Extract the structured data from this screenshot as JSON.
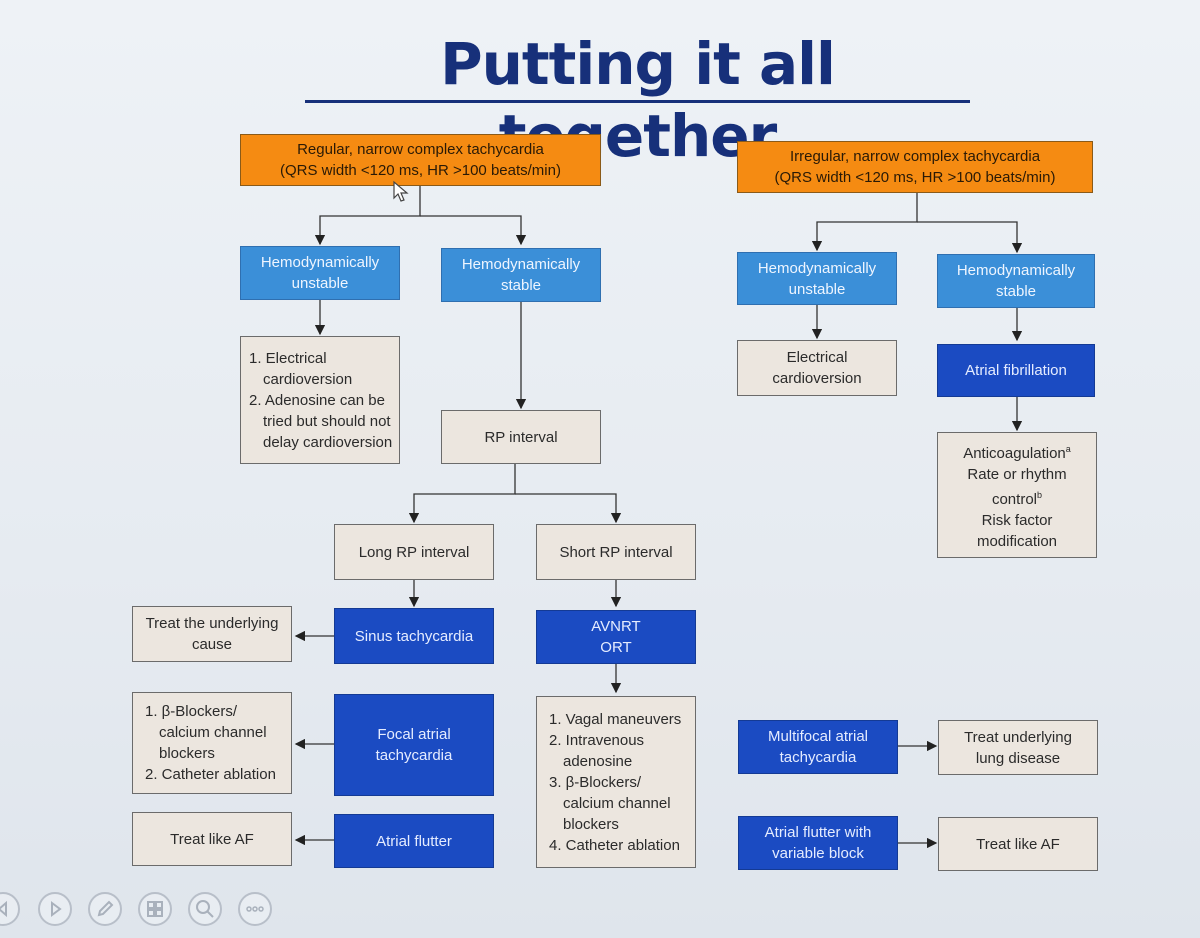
{
  "title": "Putting it all together",
  "left": {
    "root": [
      "Regular, narrow complex tachycardia",
      "(QRS width <120 ms, HR >100 beats/min)"
    ],
    "unstable": [
      "Hemodynamically",
      "unstable"
    ],
    "stable": [
      "Hemodynamically",
      "stable"
    ],
    "unstable_tx": [
      "1. Electrical",
      "cardioversion",
      "2. Adenosine can be",
      "tried but should not",
      "delay cardioversion"
    ],
    "rp_interval": "RP interval",
    "long_rp": "Long RP interval",
    "short_rp": "Short RP interval",
    "sinus_tachy": "Sinus tachycardia",
    "treat_underlying": [
      "Treat the underlying",
      "cause"
    ],
    "avnrt_ort": [
      "AVNRT",
      "ORT"
    ],
    "focal_at": [
      "Focal atrial",
      "tachycardia"
    ],
    "focal_tx": [
      "1. β-Blockers/",
      "calcium channel",
      "blockers",
      "2. Catheter ablation"
    ],
    "short_tx": [
      "1. Vagal maneuvers",
      "2. Intravenous",
      "adenosine",
      "3. β-Blockers/",
      "calcium channel",
      "blockers",
      "4. Catheter ablation"
    ],
    "atrial_flutter": "Atrial flutter",
    "treat_like_af": "Treat like AF"
  },
  "right": {
    "root": [
      "Irregular, narrow complex tachycardia",
      "(QRS width <120 ms, HR >100 beats/min)"
    ],
    "unstable": [
      "Hemodynamically",
      "unstable"
    ],
    "stable": [
      "Hemodynamically",
      "stable"
    ],
    "cardioversion": [
      "Electrical",
      "cardioversion"
    ],
    "afib": "Atrial fibrillation",
    "afib_tx": [
      "Anticoagulation",
      "a",
      "Rate or rhythm",
      "control",
      "b",
      "Risk factor",
      "modification"
    ],
    "mat": [
      "Multifocal atrial",
      "tachycardia"
    ],
    "mat_tx": [
      "Treat underlying",
      "lung disease"
    ],
    "flutter_var": [
      "Atrial flutter with",
      "variable block"
    ],
    "treat_like_af": "Treat like AF"
  },
  "toolbar": {
    "buttons": [
      "previous-icon",
      "play-icon",
      "pen-icon",
      "slides-grid-icon",
      "zoom-icon",
      "more-icon"
    ]
  },
  "colors": {
    "title": "#17307a",
    "root_orange": "#f58b12",
    "light_blue": "#3b8fd8",
    "dark_blue": "#1b4bc2",
    "beige": "#ece6df"
  }
}
